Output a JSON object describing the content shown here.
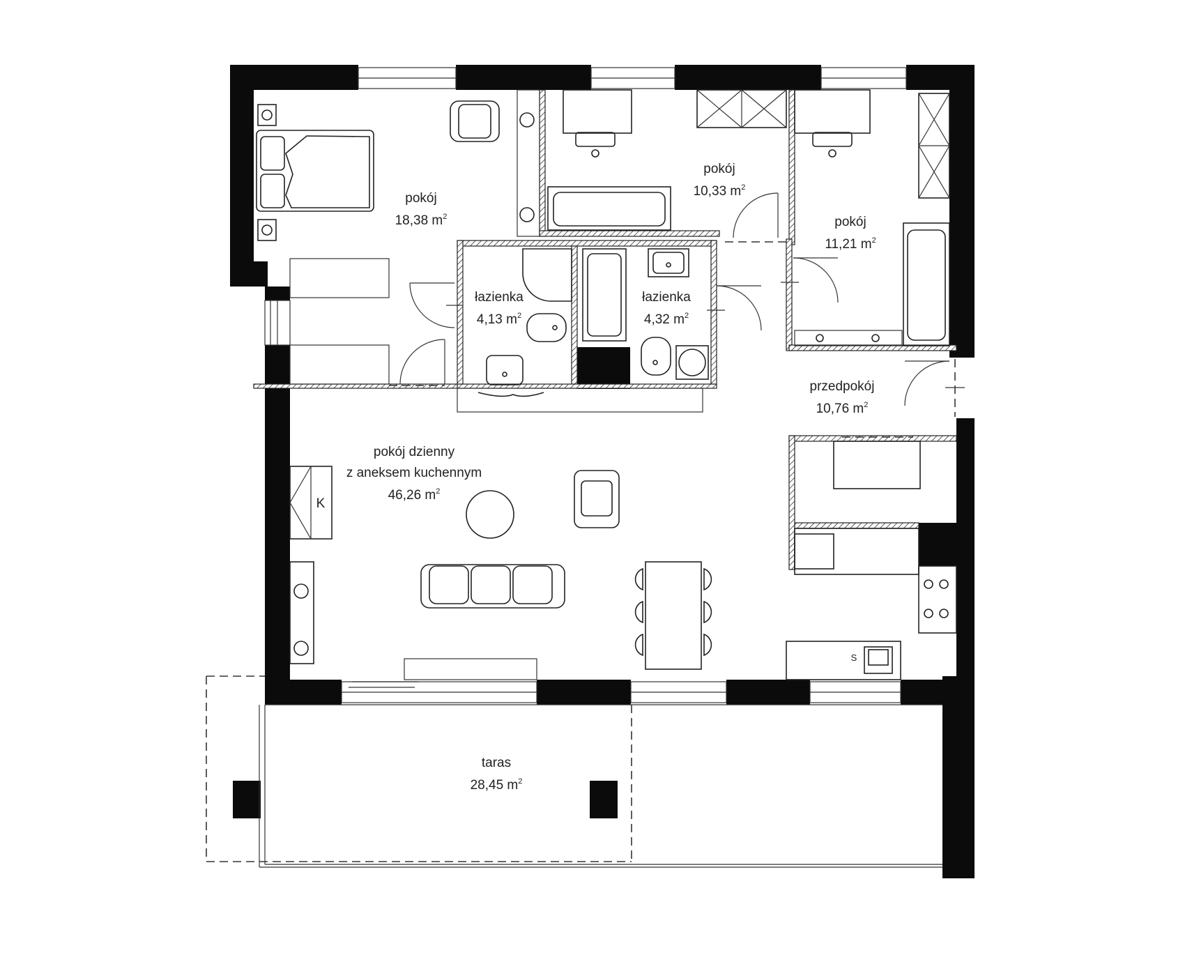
{
  "rooms": [
    {
      "id": "bedroom-1",
      "name": "pokój",
      "area": "18,38 m",
      "sup": "2"
    },
    {
      "id": "bedroom-2",
      "name": "pokój",
      "area": "10,33 m",
      "sup": "2"
    },
    {
      "id": "bedroom-3",
      "name": "pokój",
      "area": "11,21 m",
      "sup": "2"
    },
    {
      "id": "bathroom-1",
      "name": "łazienka",
      "area": "4,13 m",
      "sup": "2"
    },
    {
      "id": "bathroom-2",
      "name": "łazienka",
      "area": "4,32 m",
      "sup": "2"
    },
    {
      "id": "hall",
      "name": "przedpokój",
      "area": "10,76 m",
      "sup": "2"
    },
    {
      "id": "living",
      "name_lines": [
        "pokój dzienny",
        "z aneksem kuchennym"
      ],
      "area": "46,26 m",
      "sup": "2"
    },
    {
      "id": "terrace",
      "name": "taras",
      "area": "28,45 m",
      "sup": "2"
    }
  ],
  "symbols": {
    "boiler_label": "K",
    "extractor_label": "S"
  },
  "colors": {
    "wall": "#0b0b0b",
    "line": "#222222",
    "background": "#ffffff"
  }
}
